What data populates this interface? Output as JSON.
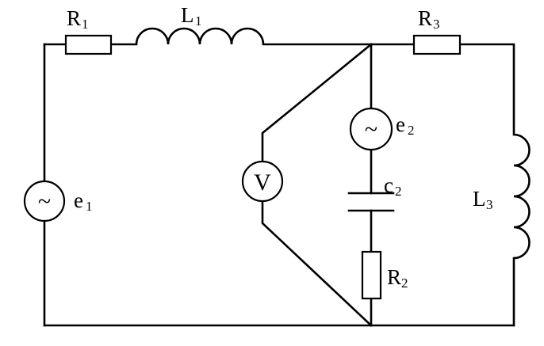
{
  "labels": {
    "r1": {
      "main": "R",
      "sub": "1"
    },
    "l1": {
      "main": "L",
      "sub": "1"
    },
    "r3": {
      "main": "R",
      "sub": "3"
    },
    "e1": {
      "main": "e",
      "sub": "1"
    },
    "e2": {
      "main": "e",
      "sub": "2"
    },
    "c2": {
      "main": "c",
      "sub": "2"
    },
    "l3": {
      "main": "L",
      "sub": "3"
    },
    "r2": {
      "main": "R",
      "sub": "2"
    }
  },
  "voltmeter": {
    "symbol": "V"
  },
  "sources": {
    "symbol": "~"
  }
}
